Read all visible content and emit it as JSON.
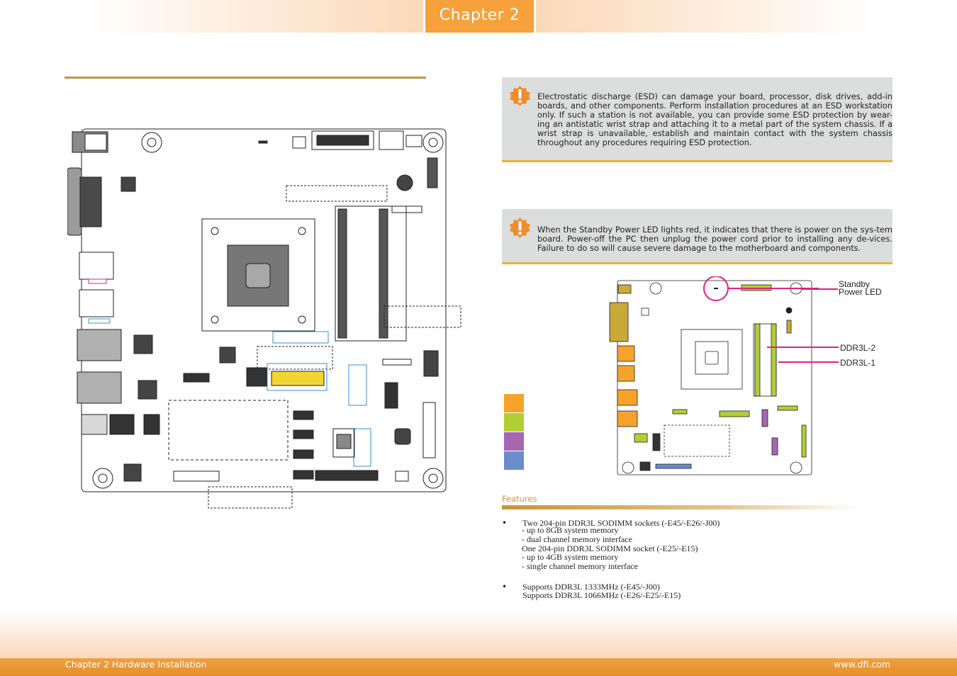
{
  "header": {
    "chapter_tab": "Chapter 2"
  },
  "notes": {
    "esd_text": "Electrostatic discharge (ESD) can damage your board, processor, disk drives, add-in boards, and other components. Perform installation procedures at an ESD workstation only. If such a station is not available, you can provide some ESD protection by wear-ing an antistatic wrist strap and attaching it to a metal part of the system chassis. If a wrist strap is unavailable, establish and maintain contact with the system chassis throughout any procedures requiring ESD protection.",
    "led_text": "When the Standby Power LED lights red, it indicates that there is power on the sys-tem board. Power-off the PC then unplug the power cord prior to installing any de-vices. Failure to do so will cause severe damage to the motherboard and components.",
    "icon": "warning-icon"
  },
  "callouts": {
    "standby_led_line1": "Standby",
    "standby_led_line2": "Power LED",
    "ddr3l_2": "DDR3L-2",
    "ddr3l_1": "DDR3L-1"
  },
  "color_legend": [
    "#f6a32b",
    "#b1cf34",
    "#a567b0",
    "#6a8ccb"
  ],
  "features": {
    "label": "Features",
    "bullet1_line1": "Two 204-pin DDR3L SODIMM sockets (-E45/-E26/-J00)",
    "bullet1_line2": "- up to 8GB system memory",
    "bullet1_line3": "- dual channel memory interface",
    "bullet1_line4": "One 204-pin DDR3L SODIMM socket (-E25/-E15)",
    "bullet1_line5": "- up to 4GB system memory",
    "bullet1_line6": "- single channel memory interface",
    "bullet2_line1": "Supports DDR3L 1333MHz (-E45/-J00)",
    "bullet2_line2": "Supports DDR3L 1066MHz (-E26/-E25/-E15)",
    "bullet_char": "•"
  },
  "footer": {
    "left": "Chapter 2 Hardware Installation",
    "right": "www.dfi.com"
  },
  "colors": {
    "accent_orange": "#f6a13c",
    "rule_gold": "#c8943a",
    "callout_magenta": "#e2227c",
    "note_gray": "#dcdddd"
  }
}
